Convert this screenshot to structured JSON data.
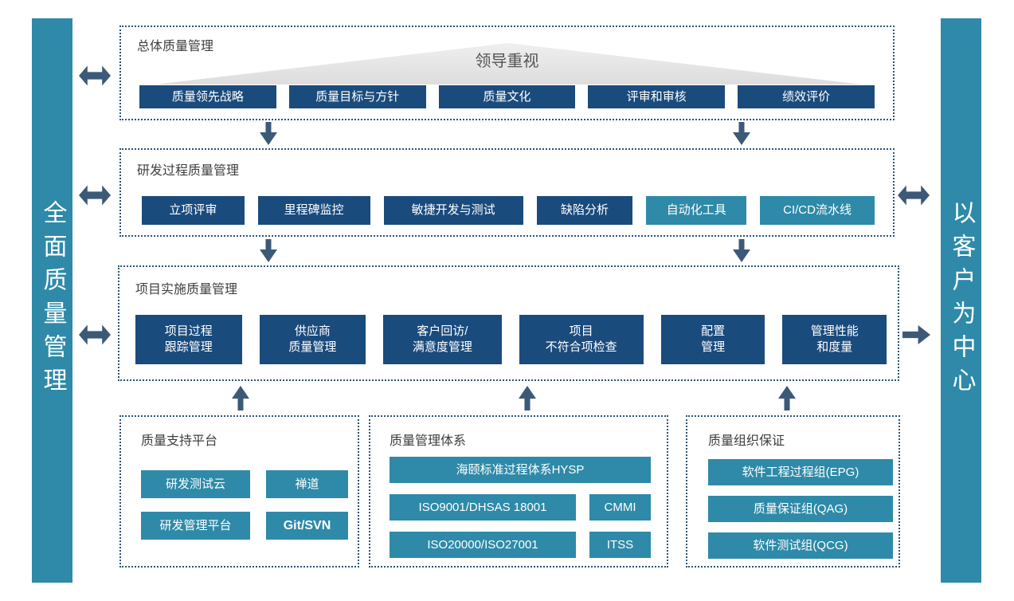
{
  "colors": {
    "navy_block": "#1A4B7D",
    "teal_block": "#2E8AA8",
    "arrow": "#3C5A77",
    "dotted_border": "#2B5278",
    "triangle_fill": "#E4E4E4"
  },
  "banners": {
    "left": "全面质量管理",
    "right": "以客户为中心"
  },
  "sections": {
    "overall": {
      "title": "总体质量管理",
      "triangle_label": "领导重视",
      "buttons": [
        "质量领先战略",
        "质量目标与方针",
        "质量文化",
        "评审和审核",
        "绩效评价"
      ]
    },
    "rd_process": {
      "title": "研发过程质量管理",
      "buttons": [
        "立项评审",
        "里程碑监控",
        "敏捷开发与测试",
        "缺陷分析",
        "自动化工具",
        "CI/CD流水线"
      ]
    },
    "project_impl": {
      "title": "项目实施质量管理",
      "buttons": [
        [
          "项目过程",
          "跟踪管理"
        ],
        [
          "供应商",
          "质量管理"
        ],
        [
          "客户回访/",
          "满意度管理"
        ],
        [
          "项目",
          "不符合项检查"
        ],
        [
          "配置",
          "管理"
        ],
        [
          "管理性能",
          "和度量"
        ]
      ]
    },
    "support_platform": {
      "title": "质量支持平台",
      "buttons": [
        "研发测试云",
        "禅道",
        "研发管理平台",
        "Git/SVN"
      ]
    },
    "quality_system": {
      "title": "质量管理体系",
      "buttons": [
        "海颐标准过程体系HYSP",
        "ISO9001/DHSAS 18001",
        "CMMI",
        "ISO20000/ISO27001",
        "ITSS"
      ]
    },
    "org_assurance": {
      "title": "质量组织保证",
      "buttons": [
        "软件工程过程组(EPG)",
        "质量保证组(QAG)",
        "软件测试组(QCG)"
      ]
    }
  }
}
